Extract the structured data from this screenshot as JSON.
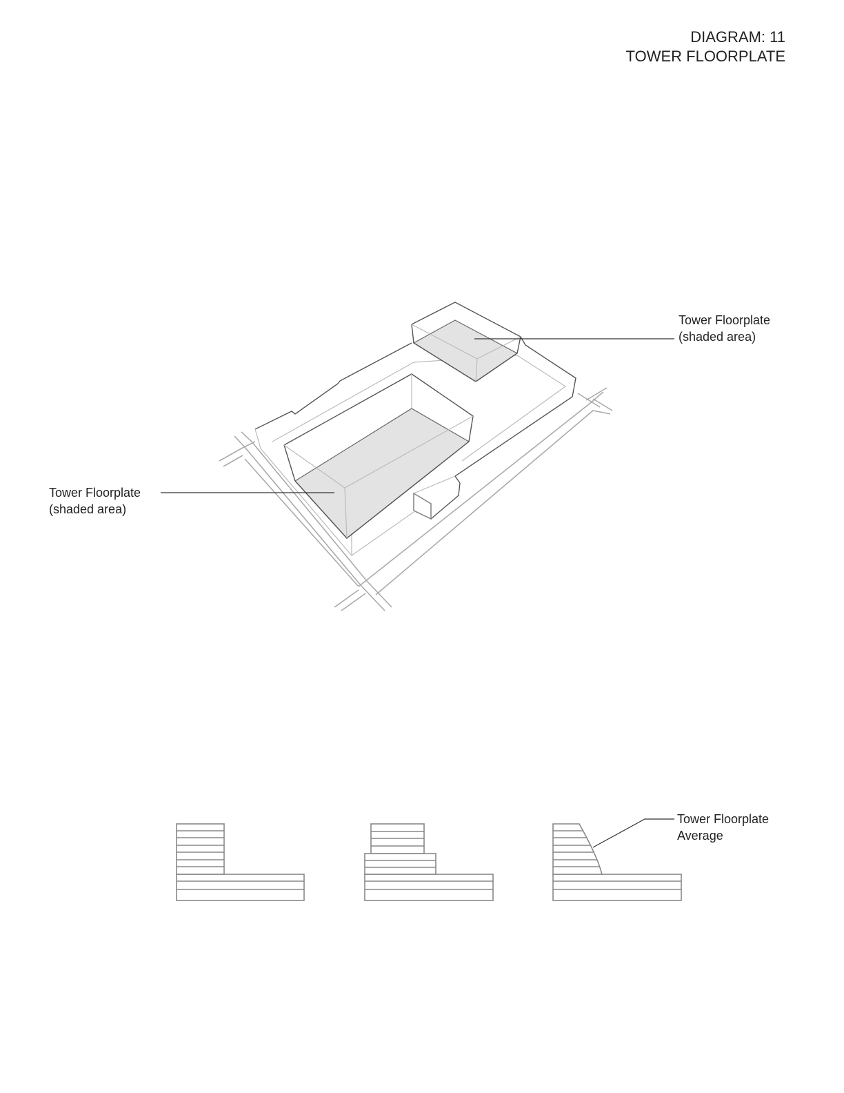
{
  "header": {
    "diagram_line": "DIAGRAM:  11",
    "title": "TOWER FLOORPLATE"
  },
  "labels": {
    "upper_line1": "Tower Floorplate",
    "upper_line2": "(shaded area)",
    "left_line1": "Tower Floorplate",
    "left_line2": "(shaded area)",
    "section_line1": "Tower Floorplate",
    "section_line2": "Average"
  },
  "colors": {
    "shade": "#e3e3e3",
    "line": "#555555"
  }
}
